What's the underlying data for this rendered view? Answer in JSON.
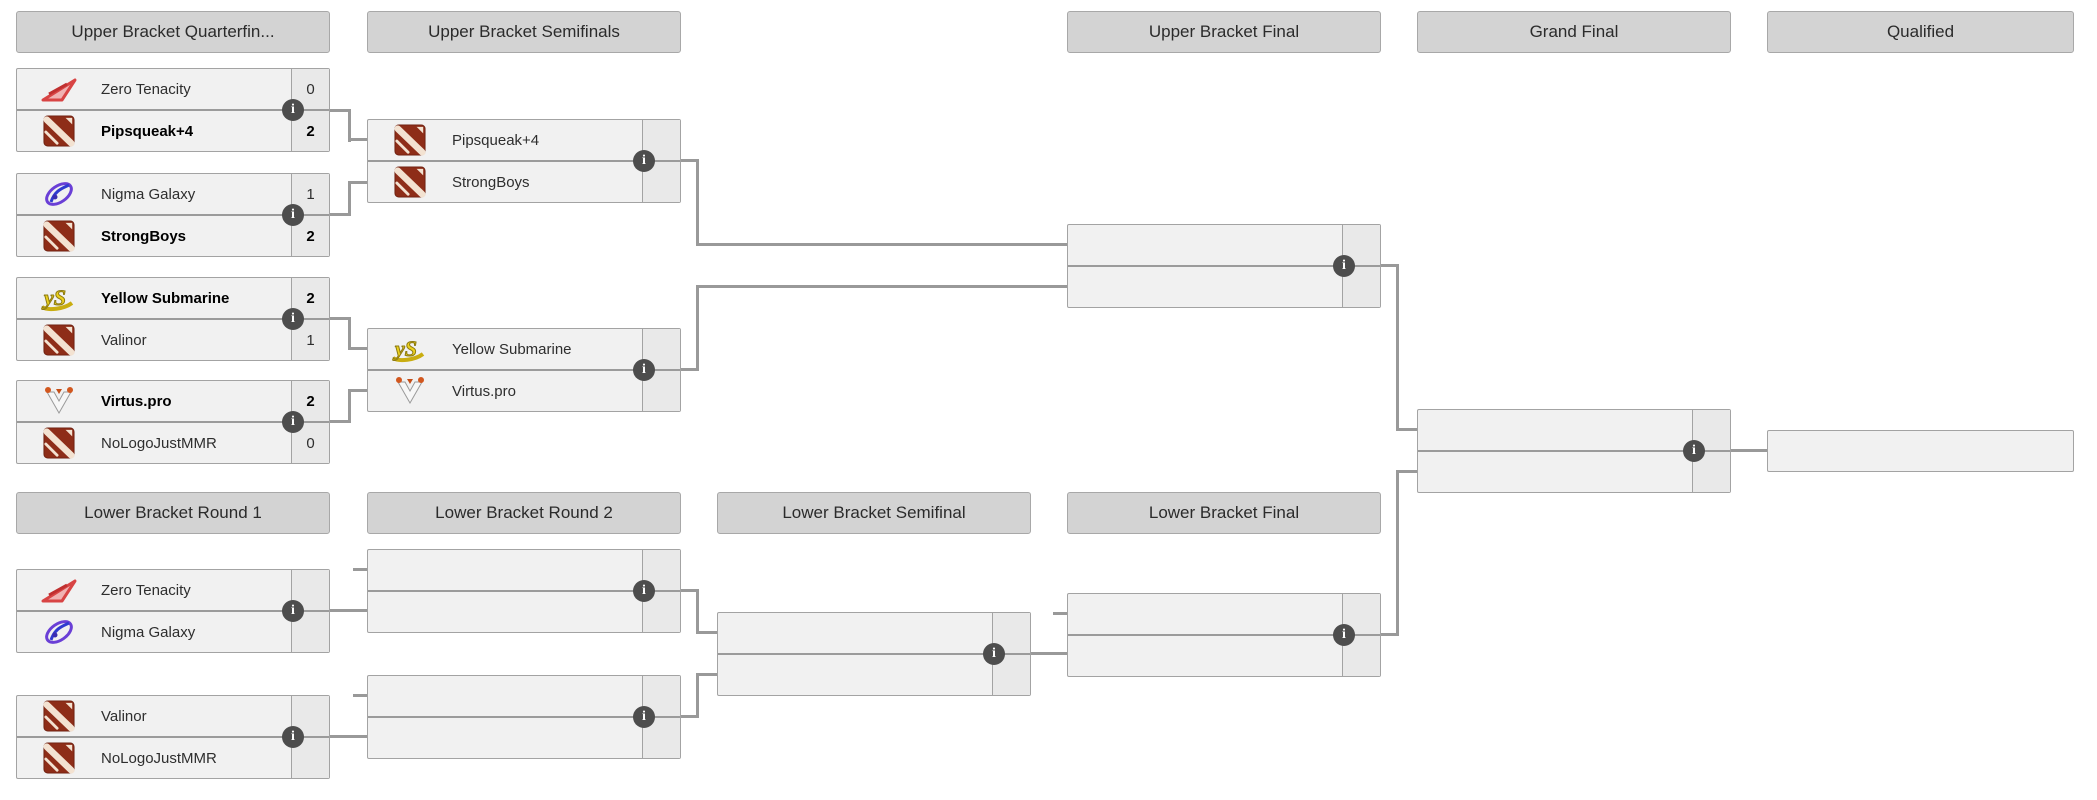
{
  "colors": {
    "header_bg": "#d3d3d3",
    "box_bg": "#f1f1f1",
    "score_bg": "#e9e9e9",
    "border": "#a3a3a3",
    "connector": "#999999",
    "info_icon_bg": "#4d4d4d",
    "dota_logo_red": "#8e2d18",
    "zero_tenacity_red": "#d84444",
    "nigma_purple": "#6a3fd6",
    "yellow_submarine_yellow": "#ecd11e",
    "virtus_pro_orange": "#d2571e"
  },
  "icons": {
    "info": "i"
  },
  "headers": {
    "upper": [
      {
        "label": "Upper Bracket Quarterfin..."
      },
      {
        "label": "Upper Bracket Semifinals"
      },
      {
        "label": "Upper Bracket Final"
      },
      {
        "label": "Grand Final"
      },
      {
        "label": "Qualified"
      }
    ],
    "lower": [
      {
        "label": "Lower Bracket Round 1"
      },
      {
        "label": "Lower Bracket Round 2"
      },
      {
        "label": "Lower Bracket Semifinal"
      },
      {
        "label": "Lower Bracket Final"
      }
    ]
  },
  "rounds": {
    "ub_quarterfinals": {
      "matches": [
        {
          "top": {
            "name": "Zero Tenacity",
            "score": "0",
            "logo": "zero-tenacity-icon",
            "winner": false
          },
          "bottom": {
            "name": "Pipsqueak+4",
            "score": "2",
            "logo": "dota-default-icon",
            "winner": true
          }
        },
        {
          "top": {
            "name": "Nigma Galaxy",
            "score": "1",
            "logo": "nigma-galaxy-icon",
            "winner": false
          },
          "bottom": {
            "name": "StrongBoys",
            "score": "2",
            "logo": "dota-default-icon",
            "winner": true
          }
        },
        {
          "top": {
            "name": "Yellow Submarine",
            "score": "2",
            "logo": "yellow-submarine-icon",
            "winner": true
          },
          "bottom": {
            "name": "Valinor",
            "score": "1",
            "logo": "dota-default-icon",
            "winner": false
          }
        },
        {
          "top": {
            "name": "Virtus.pro",
            "score": "2",
            "logo": "virtus-pro-icon",
            "winner": true
          },
          "bottom": {
            "name": "NoLogoJustMMR",
            "score": "0",
            "logo": "dota-default-icon",
            "winner": false
          }
        }
      ]
    },
    "ub_semifinals": {
      "matches": [
        {
          "top": {
            "name": "Pipsqueak+4",
            "score": "",
            "logo": "dota-default-icon",
            "winner": false
          },
          "bottom": {
            "name": "StrongBoys",
            "score": "",
            "logo": "dota-default-icon",
            "winner": false
          }
        },
        {
          "top": {
            "name": "Yellow Submarine",
            "score": "",
            "logo": "yellow-submarine-icon",
            "winner": false
          },
          "bottom": {
            "name": "Virtus.pro",
            "score": "",
            "logo": "virtus-pro-icon",
            "winner": false
          }
        }
      ]
    },
    "ub_final": {
      "matches": [
        {
          "top": {
            "name": "",
            "score": ""
          },
          "bottom": {
            "name": "",
            "score": ""
          }
        }
      ]
    },
    "grand_final": {
      "matches": [
        {
          "top": {
            "name": "",
            "score": ""
          },
          "bottom": {
            "name": "",
            "score": ""
          }
        }
      ]
    },
    "qualified": {
      "slot": {
        "name": ""
      }
    },
    "lb_round1": {
      "matches": [
        {
          "top": {
            "name": "Zero Tenacity",
            "score": "",
            "logo": "zero-tenacity-icon",
            "winner": false
          },
          "bottom": {
            "name": "Nigma Galaxy",
            "score": "",
            "logo": "nigma-galaxy-icon",
            "winner": false
          }
        },
        {
          "top": {
            "name": "Valinor",
            "score": "",
            "logo": "dota-default-icon",
            "winner": false
          },
          "bottom": {
            "name": "NoLogoJustMMR",
            "score": "",
            "logo": "dota-default-icon",
            "winner": false
          }
        }
      ]
    },
    "lb_round2": {
      "matches": [
        {
          "top": {
            "name": "",
            "score": ""
          },
          "bottom": {
            "name": "",
            "score": ""
          }
        },
        {
          "top": {
            "name": "",
            "score": ""
          },
          "bottom": {
            "name": "",
            "score": ""
          }
        }
      ]
    },
    "lb_semifinal": {
      "matches": [
        {
          "top": {
            "name": "",
            "score": ""
          },
          "bottom": {
            "name": "",
            "score": ""
          }
        }
      ]
    },
    "lb_final": {
      "matches": [
        {
          "top": {
            "name": "",
            "score": ""
          },
          "bottom": {
            "name": "",
            "score": ""
          }
        }
      ]
    }
  }
}
